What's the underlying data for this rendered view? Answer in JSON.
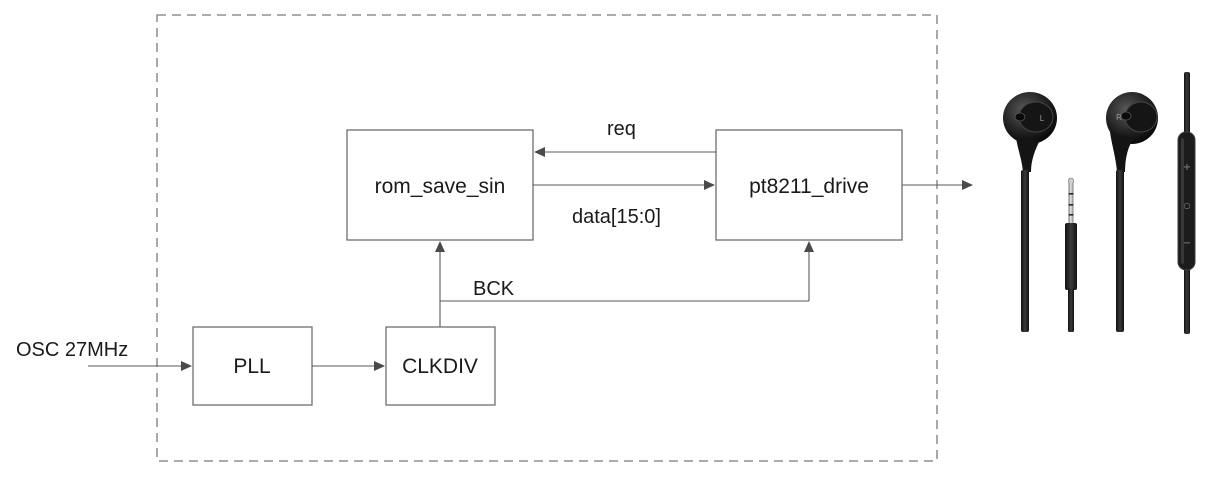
{
  "diagram": {
    "blocks": {
      "rom": "rom_save_sin",
      "drive": "pt8211_drive",
      "pll": "PLL",
      "clkdiv": "CLKDIV"
    },
    "signals": {
      "osc": "OSC 27MHz",
      "req": "req",
      "data": "data[15:0]",
      "bck": "BCK"
    },
    "earphones": {
      "left_mark": "L",
      "right_mark": "R",
      "remote_buttons": [
        "+",
        "○",
        "−"
      ]
    }
  }
}
